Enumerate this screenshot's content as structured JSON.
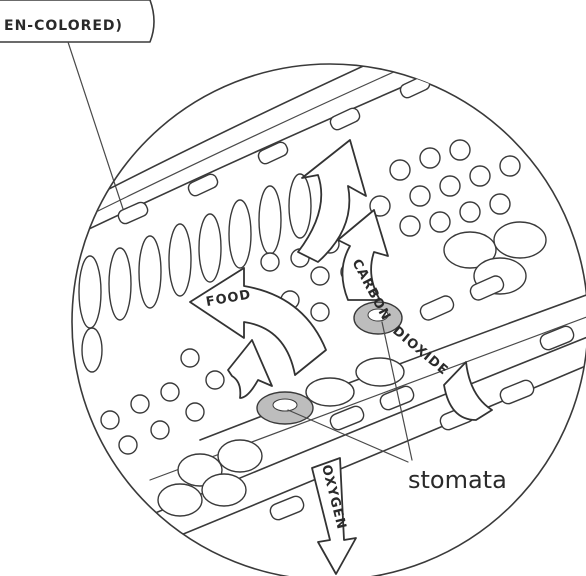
{
  "callout": {
    "label": "EN-COLORED)"
  },
  "arrows": {
    "food": "FOOD",
    "carbon_dioxide_1": "CARBON",
    "carbon_dioxide_2": "DIOXIDE",
    "oxygen": "OXYGEN"
  },
  "labels": {
    "stomata": "stomata"
  },
  "colors": {
    "ink": "#3a3a3a",
    "guard_cell": "#bdbdbd",
    "background": "#ffffff"
  }
}
